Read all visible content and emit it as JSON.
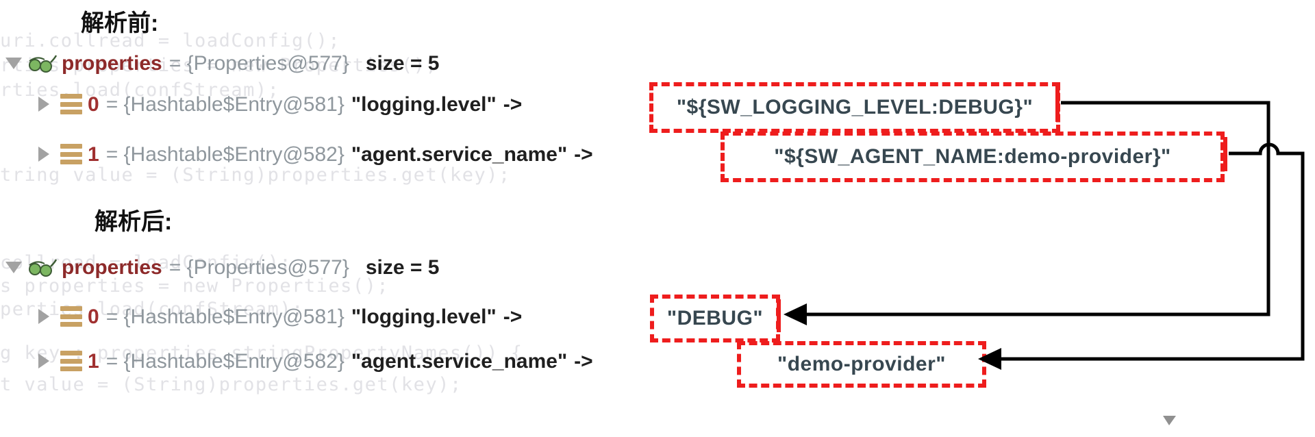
{
  "labels": {
    "before": "解析前:",
    "after": "解析后:"
  },
  "sections": {
    "before": {
      "root": {
        "name": "properties",
        "eq_type": "= {Properties@577}",
        "size": "size = 5"
      },
      "entries": [
        {
          "index": "0",
          "eq_type": "= {Hashtable$Entry@581}",
          "key": "\"logging.level\"",
          "arrow": "->",
          "value": "\"${SW_LOGGING_LEVEL:DEBUG}\""
        },
        {
          "index": "1",
          "eq_type": "= {Hashtable$Entry@582}",
          "key": "\"agent.service_name\"",
          "arrow": "->",
          "value": "\"${SW_AGENT_NAME:demo-provider}\""
        }
      ]
    },
    "after": {
      "root": {
        "name": "properties",
        "eq_type": "= {Properties@577}",
        "size": "size = 5"
      },
      "entries": [
        {
          "index": "0",
          "eq_type": "= {Hashtable$Entry@581}",
          "key": "\"logging.level\"",
          "arrow": "->",
          "value": "\"DEBUG\""
        },
        {
          "index": "1",
          "eq_type": "= {Hashtable$Entry@582}",
          "key": "\"agent.service_name\"",
          "arrow": "->",
          "value": "\"demo-provider\""
        }
      ]
    }
  },
  "ghost_lines": [
    {
      "text": "uri.collread = loadConfig();"
    },
    {
      "text": "rties properties = new Properties();"
    },
    {
      "text": "rties.load(confStream);"
    },
    {
      "text": "tring value = (String)properties.get(key);"
    },
    {
      "text": "collread = loadConfig();"
    },
    {
      "text": "s properties = new Properties();"
    },
    {
      "text": "perties.load(confStream);"
    },
    {
      "text": "g key : properties.stringPropertyNames()) {"
    },
    {
      "text": "t value = (String)properties.get(key);"
    }
  ],
  "icons": {
    "watch": "glasses-icon",
    "entry": "hashtable-entry-icon",
    "expanded": "triangle-down-icon",
    "collapsed": "triangle-right-icon",
    "scroll": "scroll-down-triangle-icon"
  },
  "colors": {
    "highlight_red": "#ee1d1d",
    "connector_black": "#000000",
    "value_text": "#374750",
    "name_text": "#8d2a2a",
    "index_text": "#a03030",
    "type_text": "#8f979d",
    "key_text": "#1f1f1f",
    "icon_tan": "#c8a163",
    "icon_green": "#7cb661",
    "triangle_gray": "#a2a2a2",
    "ghost_gray": "#e2e2e6"
  }
}
